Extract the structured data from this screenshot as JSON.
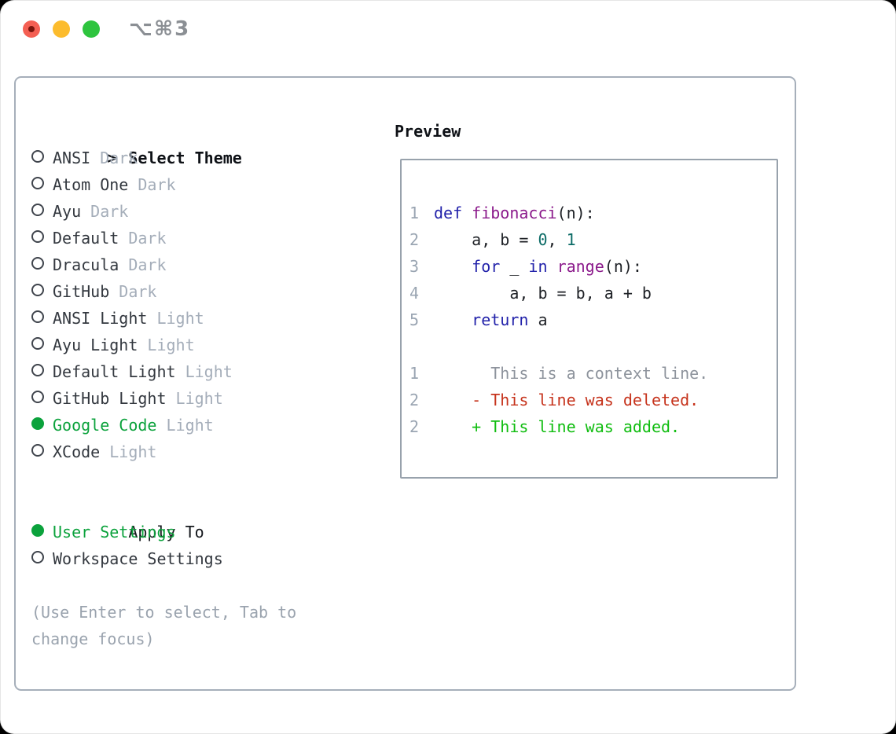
{
  "titlebar": {
    "shortcut": "⌥⌘3",
    "traffic_lights": [
      "close",
      "minimize",
      "zoom"
    ]
  },
  "picker": {
    "heading": "Select Theme",
    "items": [
      {
        "name": "ANSI",
        "variant": "Dark",
        "selected": false
      },
      {
        "name": "Atom One",
        "variant": "Dark",
        "selected": false
      },
      {
        "name": "Ayu",
        "variant": "Dark",
        "selected": false
      },
      {
        "name": "Default",
        "variant": "Dark",
        "selected": false
      },
      {
        "name": "Dracula",
        "variant": "Dark",
        "selected": false
      },
      {
        "name": "GitHub",
        "variant": "Dark",
        "selected": false
      },
      {
        "name": "ANSI Light",
        "variant": "Light",
        "selected": false
      },
      {
        "name": "Ayu Light",
        "variant": "Light",
        "selected": false
      },
      {
        "name": "Default Light",
        "variant": "Light",
        "selected": false
      },
      {
        "name": "GitHub Light",
        "variant": "Light",
        "selected": false
      },
      {
        "name": "Google Code",
        "variant": "Light",
        "selected": true
      },
      {
        "name": "XCode",
        "variant": "Light",
        "selected": false
      }
    ],
    "apply_to": {
      "heading": "Apply To",
      "options": [
        {
          "label": "User Settings",
          "selected": true
        },
        {
          "label": "Workspace Settings",
          "selected": false
        }
      ]
    },
    "hint": "(Use Enter to select, Tab to change focus)"
  },
  "preview": {
    "heading": "Preview",
    "code_lines": [
      {
        "num": "1",
        "tokens": [
          {
            "c": "keyword",
            "t": "def"
          },
          {
            "c": "plain",
            "t": " "
          },
          {
            "c": "function_name",
            "t": "fibonacci"
          },
          {
            "c": "plain",
            "t": "(n):"
          }
        ]
      },
      {
        "num": "2",
        "tokens": [
          {
            "c": "plain",
            "t": "    a, b = "
          },
          {
            "c": "literal",
            "t": "0"
          },
          {
            "c": "plain",
            "t": ", "
          },
          {
            "c": "literal",
            "t": "1"
          }
        ]
      },
      {
        "num": "3",
        "tokens": [
          {
            "c": "plain",
            "t": "    "
          },
          {
            "c": "keyword",
            "t": "for"
          },
          {
            "c": "plain",
            "t": " _ "
          },
          {
            "c": "keyword",
            "t": "in"
          },
          {
            "c": "plain",
            "t": " "
          },
          {
            "c": "function_name",
            "t": "range"
          },
          {
            "c": "plain",
            "t": "(n):"
          }
        ]
      },
      {
        "num": "4",
        "tokens": [
          {
            "c": "plain",
            "t": "        a, b = b, a + b"
          }
        ]
      },
      {
        "num": "5",
        "tokens": [
          {
            "c": "plain",
            "t": "    "
          },
          {
            "c": "keyword",
            "t": "return"
          },
          {
            "c": "plain",
            "t": " a"
          }
        ]
      }
    ],
    "diff_lines": [
      {
        "num": "1",
        "kind": "context",
        "text": "      This is a context line."
      },
      {
        "num": "2",
        "kind": "deleted",
        "text": "    - This line was deleted."
      },
      {
        "num": "2",
        "kind": "added",
        "text": "    + This line was added."
      }
    ]
  },
  "colors": {
    "accent_green": "#0ba23c",
    "keyword": "#2222aa",
    "function_name": "#8b1a8b",
    "literal": "#0b6b66",
    "plain": "#1d2025",
    "line_number": "#9aa5b2",
    "context": "#8d939c",
    "deleted": "#c6331c",
    "added": "#10bd10",
    "muted": "#a4adb9",
    "text": "#33383f",
    "hint": "#9aa3ae",
    "traffic_red": "#f45f53",
    "traffic_yellow": "#fcbc2d",
    "traffic_green": "#2ec43e"
  }
}
